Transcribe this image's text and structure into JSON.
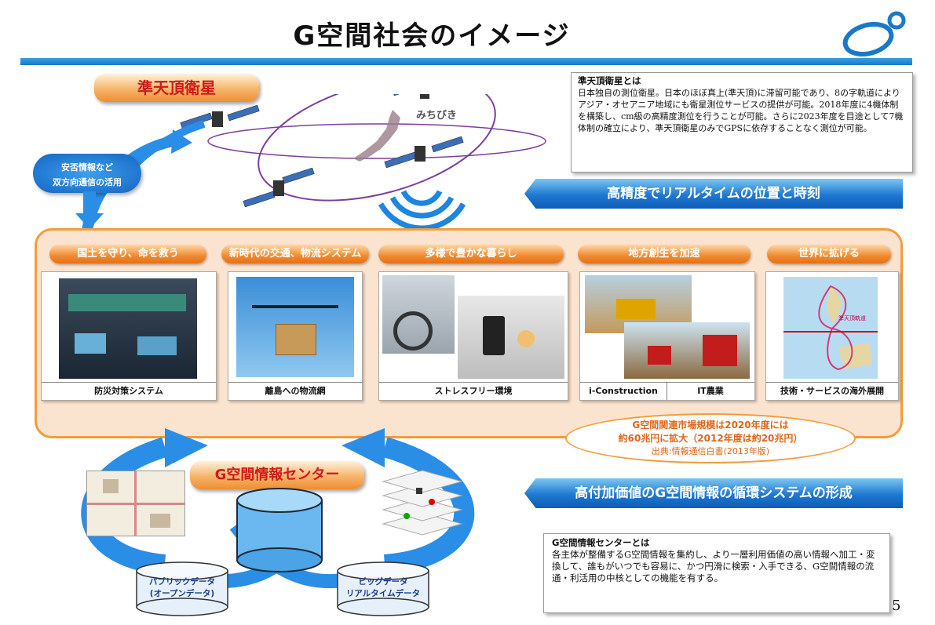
{
  "header": {
    "title": "G空間社会のイメージ",
    "accent": "#1a78c8"
  },
  "qzss": {
    "label": "準天頂衛星",
    "michibiki": "みちびき",
    "safety_bubble": [
      "安否情報など",
      "双方向通信の活用"
    ]
  },
  "qzss_info": {
    "heading": "準天頂衛星とは",
    "body": "日本独自の測位衛星。日本のほぼ真上(準天頂)に滞留可能であり、8の字軌道によりアジア・オセアニア地域にも衛星測位サービスの提供が可能。2018年度に4機体制を構築し、cm級の高精度測位を行うことが可能。さらに2023年度を目途として7機体制の確立により、準天頂衛星のみでGPSに依存することなく測位が可能。"
  },
  "banners": {
    "top": "高精度でリアルタイムの位置と時刻",
    "bottom": "高付加価値のG空間情報の循環システムの形成"
  },
  "categories": [
    {
      "label": "国土を守り、命を救う",
      "caption": "防災対策システム"
    },
    {
      "label": "新時代の交通、物流システム",
      "caption": "離島への物流網"
    },
    {
      "label": "多様で豊かな暮らし",
      "caption": "ストレスフリー環境"
    },
    {
      "label": "地方創生を加速",
      "caption_left": "i-Construction",
      "caption_right": "IT農業"
    },
    {
      "label": "世界に拡げる",
      "caption": "技術・サービスの海外展開",
      "map_label": "準天頂軌道"
    }
  ],
  "market": {
    "line1": "G空間関連市場規模は2020年度には",
    "line2": "約60兆円に拡大（2012年度は約20兆円）",
    "source": "出典:情報通信白書(2013年版)"
  },
  "center": {
    "label": "G空間情報センター",
    "public_db": [
      "パブリックデータ",
      "(オープンデータ)"
    ],
    "big_db": [
      "ビッグデータ",
      "リアルタイムデータ"
    ]
  },
  "center_info": {
    "heading": "G空間情報センターとは",
    "body": "各主体が整備するG空間情報を集約し、より一層利用価値の高い情報へ加工・変換して、誰もがいつでも容易に、かつ円滑に検索・入手できる、G空間情報の流通・利活用の中核としての機能を有する。"
  },
  "page_number": "5"
}
